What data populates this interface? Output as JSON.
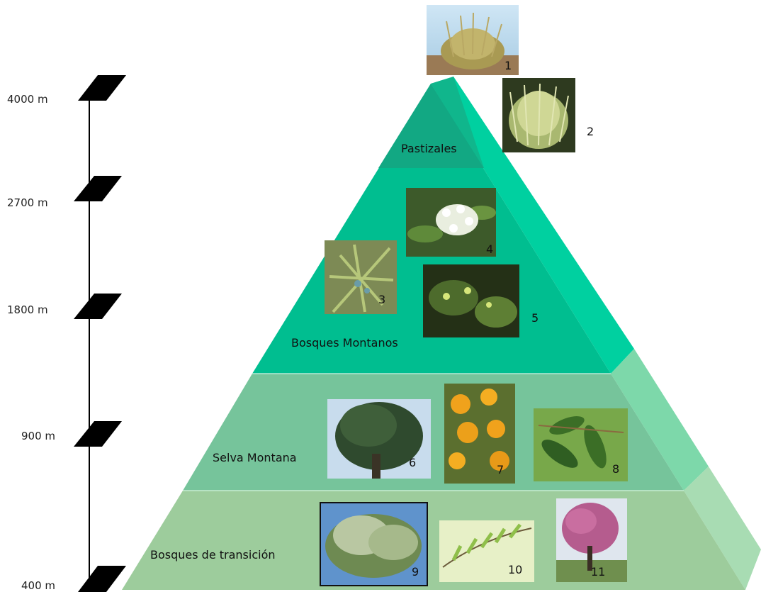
{
  "altitude_scale": [
    {
      "label": "4000 m"
    },
    {
      "label": "2700 m"
    },
    {
      "label": "1800 m"
    },
    {
      "label": "900 m"
    },
    {
      "label": "400  m"
    }
  ],
  "zones": [
    {
      "label": "Pastizales"
    },
    {
      "label": "Bosques Montanos"
    },
    {
      "label": "Selva Montana"
    },
    {
      "label": "Bosques de transición"
    }
  ],
  "photos": [
    {
      "number": "1",
      "icon": "grass-tussock-photo"
    },
    {
      "number": "2",
      "icon": "feather-grass-photo"
    },
    {
      "number": "3",
      "icon": "conifer-needles-photo"
    },
    {
      "number": "4",
      "icon": "white-flower-cluster-photo"
    },
    {
      "number": "5",
      "icon": "walnut-tree-photo"
    },
    {
      "number": "6",
      "icon": "large-tree-photo"
    },
    {
      "number": "7",
      "icon": "yellow-flowers-photo"
    },
    {
      "number": "8",
      "icon": "green-leaves-photo"
    },
    {
      "number": "9",
      "icon": "tree-canopy-photo"
    },
    {
      "number": "10",
      "icon": "feathery-leaves-photo"
    },
    {
      "number": "11",
      "icon": "pink-flowering-tree-photo"
    }
  ],
  "colors": {
    "zone_top": "#16a085",
    "zone_montane_forest": "#1abc9c",
    "zone_jungle": "#76c49b",
    "zone_transition": "#9dcc9c",
    "side_face": "#b5e0c0"
  }
}
